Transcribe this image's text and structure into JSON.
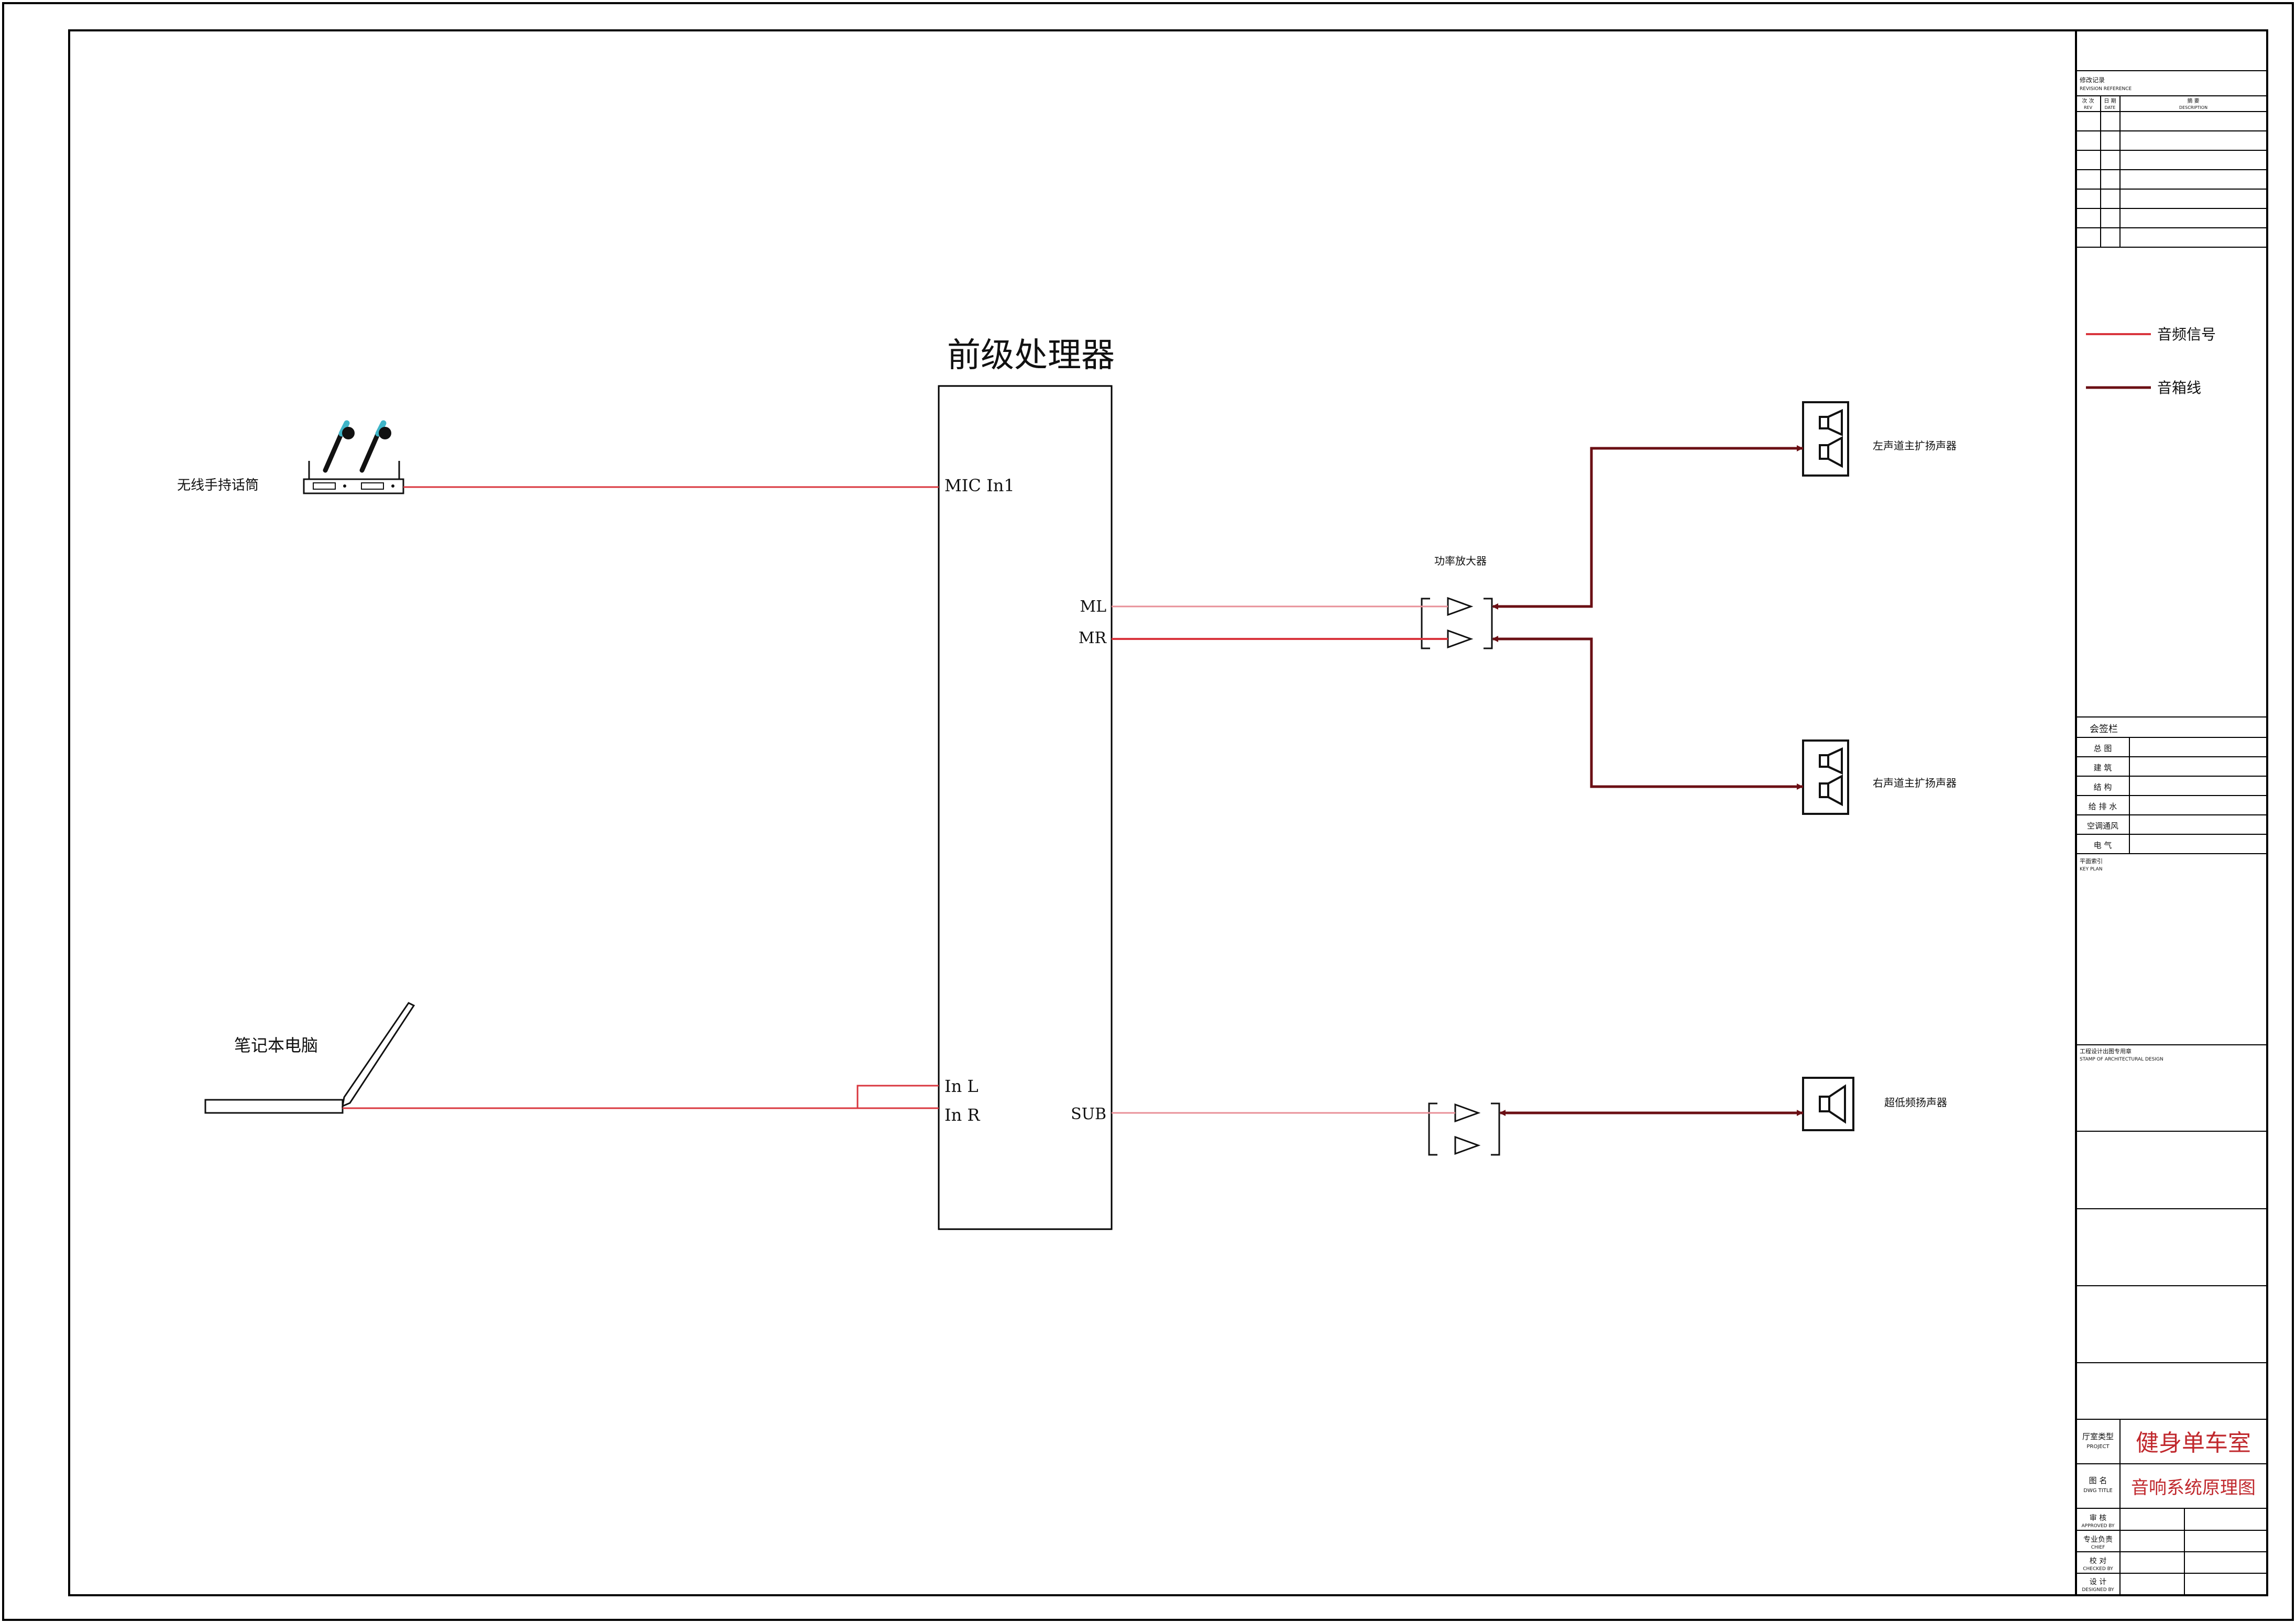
{
  "colors": {
    "frame": "#000000",
    "audio_signal": "#d9363e",
    "audio_signal_light": "#e89098",
    "speaker_cable": "#6b0f14",
    "title_red": "#c0282d",
    "mic_accent": "#3fb5c8"
  },
  "diagram": {
    "processor": {
      "title": "前级处理器",
      "ports": {
        "mic_in": "MIC In1",
        "in_l": "In L",
        "in_r": "In R",
        "ml": "ML",
        "mr": "MR",
        "sub": "SUB"
      }
    },
    "wireless_mic": {
      "label": "无线手持话筒"
    },
    "laptop": {
      "label": "笔记本电脑"
    },
    "amplifier": {
      "label": "功率放大器"
    },
    "speakers": {
      "left": "左声道主扩扬声器",
      "right": "右声道主扩扬声器",
      "sub": "超低频扬声器"
    }
  },
  "title_block": {
    "revision": {
      "title_cn": "修改记录",
      "title_en": "REVISION REFERENCE",
      "col_rev_cn": "次 次",
      "col_rev_en": "REV",
      "col_date_cn": "日 期",
      "col_date_en": "DATE",
      "col_desc_cn": "摘 要",
      "col_desc_en": "DESCRIPTION"
    },
    "legend": [
      {
        "label": "音频信号",
        "color": "#d9363e"
      },
      {
        "label": "音箱线",
        "color": "#6b0f14"
      }
    ],
    "signoff": {
      "title": "会签栏",
      "rows": [
        "总 图",
        "建 筑",
        "结 构",
        "给 排 水",
        "空调通风",
        "电 气"
      ]
    },
    "key_plan": {
      "cn": "平面索引",
      "en": "KEY PLAN"
    },
    "stamp": {
      "cn": "工程设计出图专用章",
      "en": "STAMP OF ARCHITECTURAL DESIGN"
    },
    "project": {
      "label_cn": "厅室类型",
      "label_en": "PROJECT",
      "value": "健身单车室"
    },
    "drawing": {
      "label_cn": "图 名",
      "label_en": "DWG TITLE",
      "value": "音响系统原理图"
    },
    "approvals": [
      {
        "cn": "审 核",
        "en": "APPROVED BY"
      },
      {
        "cn": "专业负责",
        "en": "CHIEF"
      },
      {
        "cn": "校 对",
        "en": "CHECKED BY"
      },
      {
        "cn": "设 计",
        "en": "DESIGNED BY"
      }
    ]
  }
}
